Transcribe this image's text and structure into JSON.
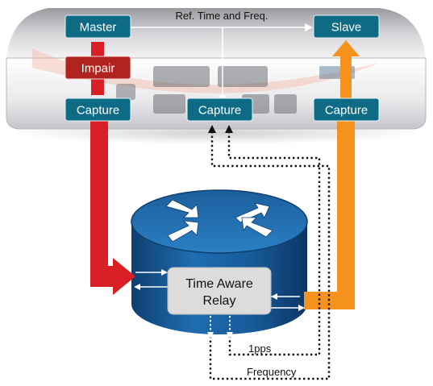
{
  "labels": {
    "master": "Master",
    "slave": "Slave",
    "impair": "Impair",
    "capture_left": "Capture",
    "capture_center": "Capture",
    "capture_right": "Capture",
    "ref_time_freq": "Ref. Time and Freq.",
    "relay_line1": "Time Aware",
    "relay_line2": "Relay",
    "pps": "1pps",
    "frequency": "Frequency"
  },
  "colors": {
    "box_teal": "#0d6b85",
    "box_red": "#b0231f",
    "arrow_red": "#d91f26",
    "arrow_orange": "#f5921e",
    "relay_blue": "#1a5d9a",
    "relay_box": "#dcdcdc"
  }
}
